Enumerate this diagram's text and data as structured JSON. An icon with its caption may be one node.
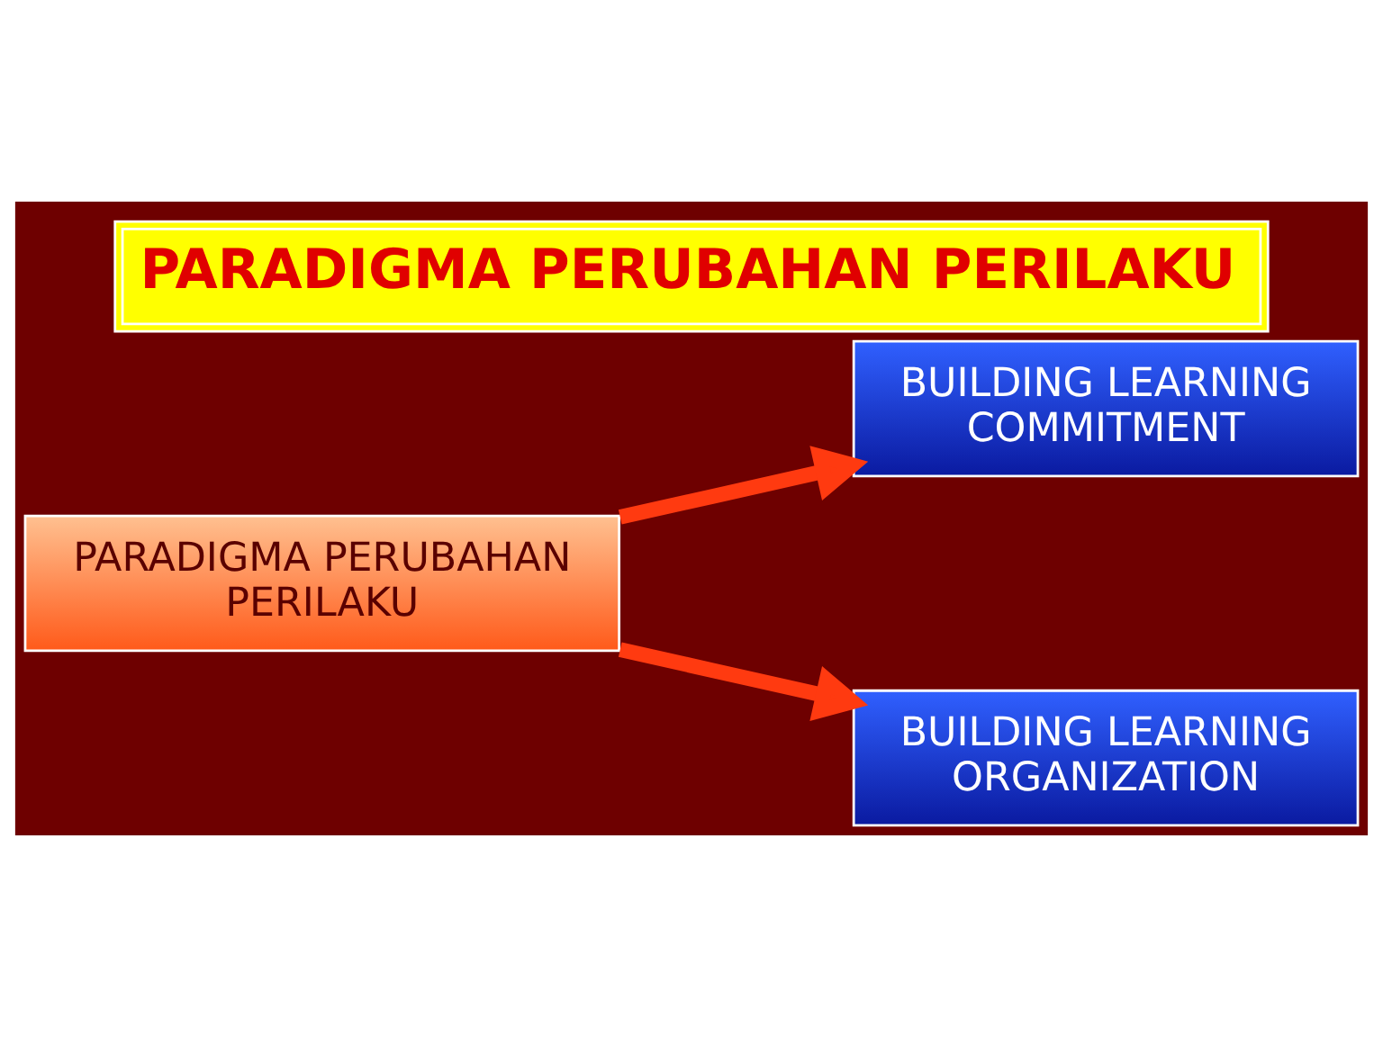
{
  "diagram": {
    "title": "PARADIGMA PERUBAHAN PERILAKU",
    "nodes": [
      {
        "text": [
          "PARADIGMA PERUBAHAN PERILAKU"
        ]
      },
      {
        "text": [
          "BUILDING LEARNING COMMITMENT"
        ]
      },
      {
        "text": [
          "BUILDING LEARNING ORGANIZATION"
        ]
      }
    ],
    "edges": [
      {
        "from": 0,
        "to": 1,
        "arrow": "to"
      },
      {
        "from": 0,
        "to": 2,
        "arrow": "to"
      }
    ]
  }
}
